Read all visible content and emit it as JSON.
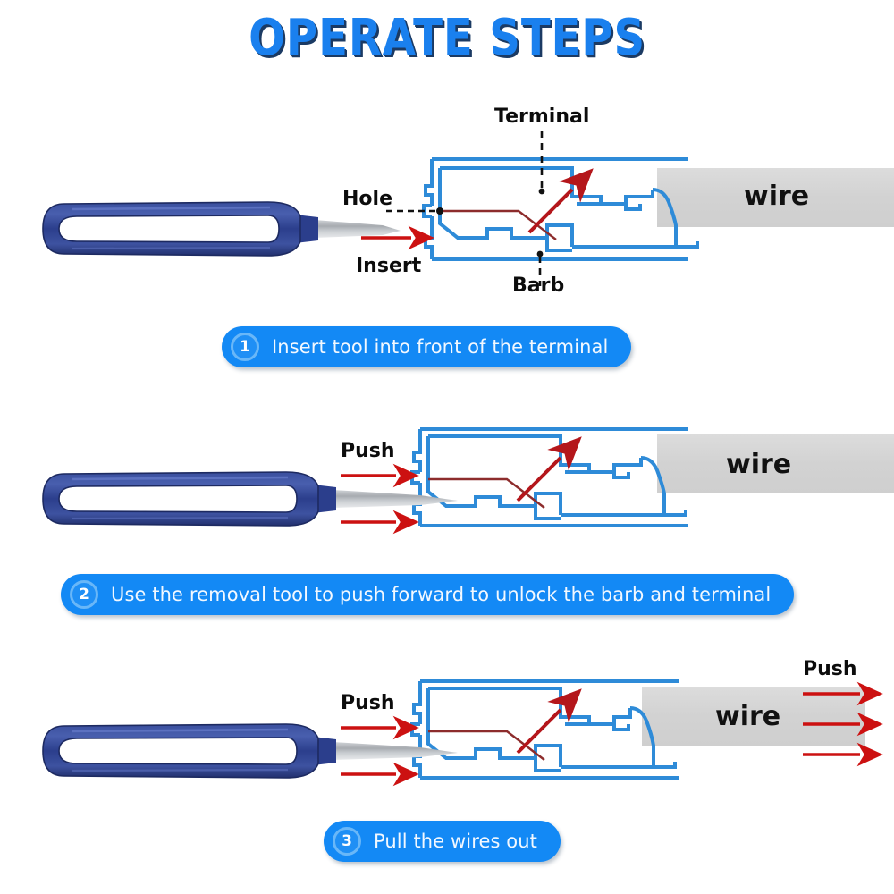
{
  "page": {
    "title": "OPERATE STEPS",
    "background_color": "#ffffff"
  },
  "colors": {
    "title_blue": "#1a80ee",
    "title_shadow": "#1b3a63",
    "pill_blue": "#1389f5",
    "badge_ring": "#69b7f8",
    "connector_outline": "#2e8bd8",
    "terminal_red": "#c1272d",
    "arrow_red": "#cc1111",
    "tool_handle_navy": "#2b3e8c",
    "tool_blade_gray": "#b9bcc0",
    "wire_gray": "#d5d5d5"
  },
  "steps": [
    {
      "number": "1",
      "caption": "Insert tool into front of the terminal",
      "labels": {
        "terminal": "Terminal",
        "hole": "Hole",
        "barb": "Barb",
        "insert": "Insert",
        "wire": "wire"
      },
      "arrows": [
        {
          "name": "insert-arrow",
          "direction": "right"
        },
        {
          "name": "terminal-pointer-arrow",
          "direction": "up-right"
        }
      ]
    },
    {
      "number": "2",
      "caption": "Use the removal tool to push forward to unlock the barb and terminal",
      "labels": {
        "push": "Push",
        "wire": "wire"
      },
      "arrows": [
        {
          "name": "push-arrow-top",
          "direction": "right"
        },
        {
          "name": "push-arrow-bottom",
          "direction": "right"
        },
        {
          "name": "terminal-pointer-arrow",
          "direction": "up-right"
        }
      ]
    },
    {
      "number": "3",
      "caption": "Pull the wires out",
      "labels": {
        "push_left": "Push",
        "push_right": "Push",
        "wire": "wire"
      },
      "arrows": [
        {
          "name": "push-arrow-top",
          "direction": "right"
        },
        {
          "name": "push-arrow-bottom",
          "direction": "right"
        },
        {
          "name": "pull-arrow-1",
          "direction": "right"
        },
        {
          "name": "pull-arrow-2",
          "direction": "right"
        },
        {
          "name": "pull-arrow-3",
          "direction": "right"
        },
        {
          "name": "terminal-pointer-arrow",
          "direction": "up-right"
        }
      ]
    }
  ]
}
